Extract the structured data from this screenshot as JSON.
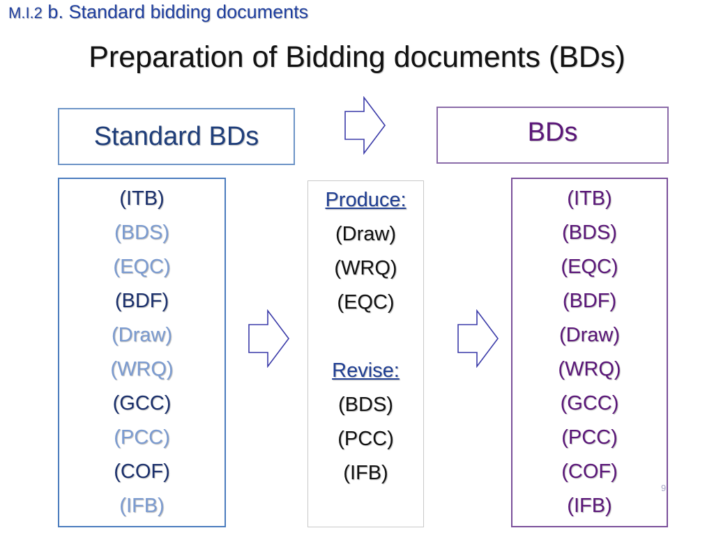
{
  "breadcrumb": {
    "code": "M.I.2",
    "text": "b. Standard bidding documents"
  },
  "title": "Preparation of Bidding documents (BDs)",
  "standard_header": "Standard BDs",
  "bds_header": "BDs",
  "standard_list": [
    {
      "label": "(ITB)",
      "tone": "dark"
    },
    {
      "label": "(BDS)",
      "tone": "light"
    },
    {
      "label": "(EQC)",
      "tone": "light"
    },
    {
      "label": "(BDF)",
      "tone": "dark"
    },
    {
      "label": "(Draw)",
      "tone": "light"
    },
    {
      "label": "(WRQ)",
      "tone": "light"
    },
    {
      "label": "(GCC)",
      "tone": "dark"
    },
    {
      "label": "(PCC)",
      "tone": "light"
    },
    {
      "label": "(COF)",
      "tone": "dark"
    },
    {
      "label": "(IFB)",
      "tone": "light"
    }
  ],
  "middle": {
    "produce_label": "Produce:",
    "produce_items": [
      "(Draw)",
      "(WRQ)",
      "(EQC)"
    ],
    "revise_label": "Revise:",
    "revise_items": [
      "(BDS)",
      "(PCC)",
      "(IFB)"
    ]
  },
  "bds_list": [
    "(ITB)",
    "(BDS)",
    "(EQC)",
    "(BDF)",
    "(Draw)",
    "(WRQ)",
    "(GCC)",
    "(PCC)",
    "(COF)",
    "(IFB)"
  ],
  "slide_number": "9",
  "colors": {
    "breadcrumb": "#1f3f9f",
    "standard_dark": "#1a2f6b",
    "standard_light": "#7b9bd0",
    "standard_border": "#4a7bbd",
    "bds_purple": "#5a1678",
    "bds_border": "#7a4f9a",
    "arrow_stroke": "#3a3aa8"
  },
  "icons": [
    "right-arrow-icon"
  ]
}
